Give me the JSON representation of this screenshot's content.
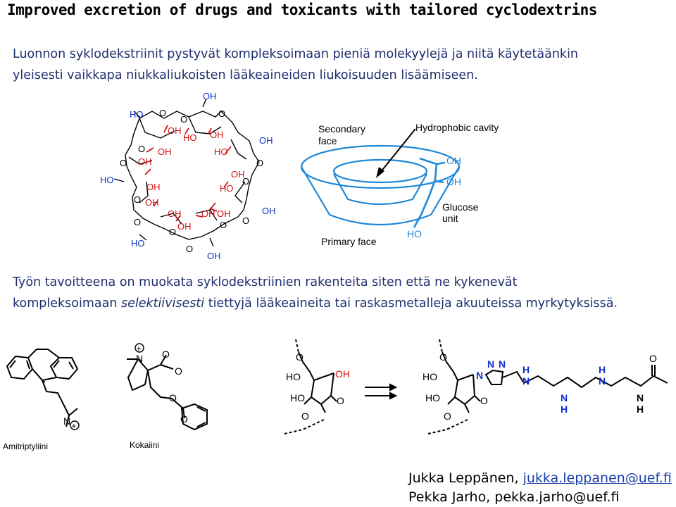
{
  "slide": {
    "title": "Improved excretion of drugs and toxicants with tailored cyclodextrins",
    "intro_line1": "Luonnon syklodekstriinit pystyvät kompleksoimaan pieniä molekyylejä ja niitä käytetäänkin",
    "intro_line2": "yleisesti vaikkapa niukkaliukoisten lääkeaineiden liukoisuuden lisäämiseen.",
    "goal_line1": "Työn tavoitteena on muokata syklodekstriinien rakenteita siten että ne kykenevät",
    "goal_line2_pre": "kompleksoimaan ",
    "goal_line2_em": "selektiivisesti",
    "goal_line2_post": " tiettyjä lääkeaineita tai raskasmetalleja akuuteissa myrkytyksissä."
  },
  "cone": {
    "secondary_face_1": "Secondary",
    "secondary_face_2": "face",
    "hydrophobic_cavity": "Hydrophobic cavity",
    "glucose_unit_1": "Glucose",
    "glucose_unit_2": "unit",
    "primary_face": "Primary face",
    "oh": "OH",
    "ho": "HO",
    "colors": {
      "outline": "#1e88d8",
      "label": "#000000",
      "arrow": "#000000"
    }
  },
  "molecules": {
    "amitriptyline": "Amitriptyliini",
    "cocaine": "Kokaiini",
    "atoms": {
      "N": "N",
      "O": "O",
      "H": "H",
      "OH": "OH",
      "HO": "HO",
      "plus": "+"
    },
    "colors": {
      "red": "#d01010",
      "blue": "#1030c8"
    }
  },
  "authors": {
    "line1_name": "Jukka Leppänen,",
    "line1_email": "jukka.leppanen@uef.fi",
    "line2": "Pekka Jarho, pekka.jarho@uef.fi"
  }
}
